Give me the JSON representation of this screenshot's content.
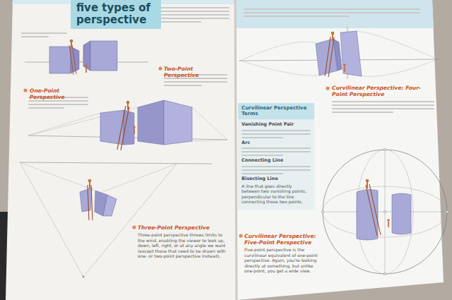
{
  "diagram": {
    "title": "five types of perspective",
    "nodes": [
      {
        "text": [
          "Curvilinear Perspective Terms",
          "Vanishing Point Pair",
          "Arc",
          "Connecting Line",
          "Bisecting Line",
          "A line that goes directly between two vanishing points, perpendicular to the line connecting those two points."
        ]
      }
    ],
    "labels": [
      "One-Point Perspective",
      "Two-Point Perspective",
      "Three-Point Perspective",
      "Three-point perspective throws limits to the wind, enabling the viewer to look up, down, left, right, or at any angle we want (except those that need to be drawn with one- or two-point perspective instead).",
      "Curvilinear Perspective: Four-Point Perspective",
      "Curvilinear Perspective: Five-Point Perspective",
      "Five-point perspective is the curvilinear equivalent of one-point perspective. Again, you're looking directly at something, but unlike one-point, you get a wide view."
    ]
  }
}
